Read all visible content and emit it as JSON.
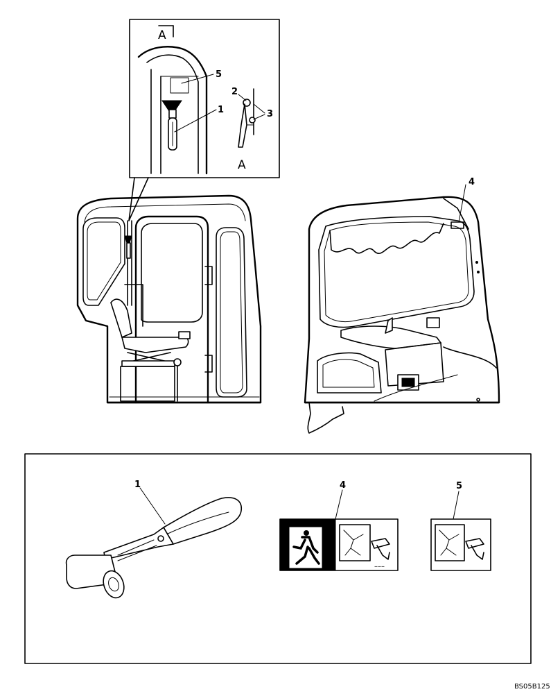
{
  "detail_view": {
    "section_marker": "A",
    "view_label": "A",
    "callouts": [
      "5",
      "1",
      "2",
      "3"
    ]
  },
  "cab_callouts": [
    "4"
  ],
  "parts_callouts": [
    "1",
    "4",
    "5"
  ],
  "drawing_code": "BS05B125"
}
